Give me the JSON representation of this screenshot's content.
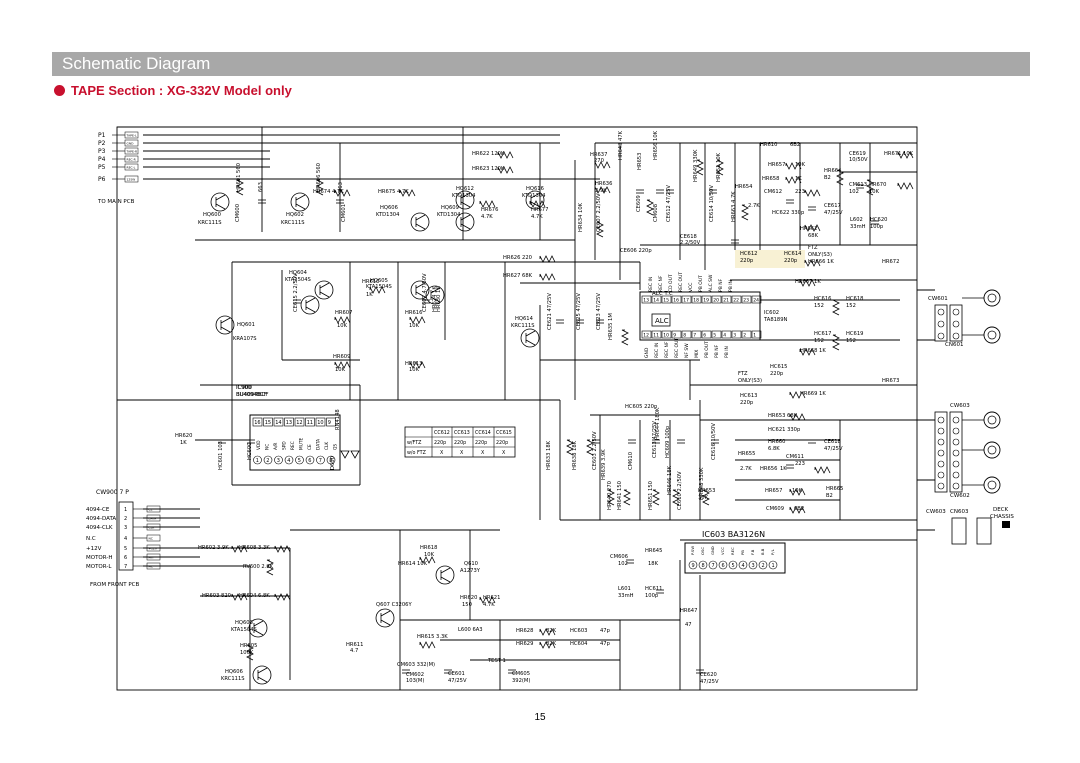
{
  "header": {
    "title": "Schematic Diagram",
    "subtitle": "TAPE Section : XG-332V Model only"
  },
  "page_number": "15",
  "colors": {
    "title_bar": "#a8a8a8",
    "accent": "#c8102e",
    "highlight": "#f3e6b0"
  },
  "pins": [
    "P1",
    "P2",
    "P3",
    "P4",
    "P5",
    "P6"
  ],
  "to_main_pcb": "TO MAIN PCB",
  "from_front_pcb": "FROM FRONT PCB",
  "cw900": {
    "title": "CW900  7 P",
    "rows": [
      {
        "label": "4094-CE",
        "num": "1"
      },
      {
        "label": "4094-DATA",
        "num": "2"
      },
      {
        "label": "4094-CLK",
        "num": "3"
      },
      {
        "label": "N.C",
        "num": "4"
      },
      {
        "label": "+12V",
        "num": "5"
      },
      {
        "label": "MOTOR-H",
        "num": "6"
      },
      {
        "label": "MOTOR-L",
        "num": "7"
      }
    ]
  },
  "right_connectors": {
    "cw601": "CW601",
    "cn601": "CN601",
    "cw603": "CW603",
    "cw602": "CW602",
    "cw603b": "CW603",
    "cn603": "CN603",
    "deck": "DECK",
    "chassis": "CHASSIS"
  },
  "ic": {
    "ic900": "IC900",
    "ic900_part": "BU4094BCF",
    "ic602": "IC602",
    "ic602_part": "TA8189N",
    "ic603": "IC603  BA3126N",
    "alc": "ALC",
    "alctc": "ALC T.C"
  },
  "table": {
    "head": [
      "",
      "CC612",
      "CC613",
      "CC614",
      "CC615"
    ],
    "rows": [
      [
        "w/FTZ",
        "220p",
        "220p",
        "220p",
        "220p"
      ],
      [
        "w/o FTZ",
        "X",
        "X",
        "X",
        "X"
      ]
    ]
  },
  "labels": [
    [
      "HR622  120K",
      472,
      155
    ],
    [
      "HR623  120K",
      472,
      170
    ],
    [
      "HR637",
      590,
      156
    ],
    [
      "270",
      594,
      162
    ],
    [
      "HR674  4.7K",
      313,
      193
    ],
    [
      "HR675  4.7K",
      378,
      193
    ],
    [
      "HQ612",
      456,
      190
    ],
    [
      "KTD1304",
      452,
      197
    ],
    [
      "HQ616",
      526,
      190
    ],
    [
      "KTD1304",
      522,
      197
    ],
    [
      "HQ606",
      380,
      209
    ],
    [
      "KTD1304",
      376,
      216
    ],
    [
      "HQ609",
      441,
      209
    ],
    [
      "KTD1304",
      437,
      216
    ],
    [
      "HR676",
      481,
      211
    ],
    [
      "4.7K",
      481,
      218
    ],
    [
      "HR677",
      531,
      211
    ],
    [
      "4.7K",
      531,
      218
    ],
    [
      "HQ600",
      203,
      216
    ],
    [
      "KRC111S",
      198,
      224
    ],
    [
      "HQ602",
      286,
      216
    ],
    [
      "KRC111S",
      281,
      224
    ],
    [
      "HR636",
      595,
      185
    ],
    [
      "3.9K",
      595,
      192
    ],
    [
      "HR626  220",
      503,
      259
    ],
    [
      "HR627  68K",
      503,
      277
    ],
    [
      "CE606  220p",
      620,
      252
    ],
    [
      "CE618",
      680,
      238
    ],
    [
      "2.2/50V",
      680,
      244
    ],
    [
      "HQ604",
      289,
      274
    ],
    [
      "KTA1504S",
      285,
      281
    ],
    [
      "HQ605",
      370,
      282
    ],
    [
      "KTA1504S",
      366,
      288
    ],
    [
      "HR610",
      362,
      283
    ],
    [
      "1K",
      366,
      296
    ],
    [
      "HR607",
      335,
      314
    ],
    [
      "10K",
      337,
      327
    ],
    [
      "HR616",
      405,
      314
    ],
    [
      "10K",
      409,
      327
    ],
    [
      "HQ614",
      515,
      320
    ],
    [
      "KRC111S",
      511,
      327
    ],
    [
      "HQ601",
      237,
      326
    ],
    [
      "KRA107S",
      233,
      340
    ],
    [
      "HR609",
      333,
      358
    ],
    [
      "10K",
      335,
      371
    ],
    [
      "HR613",
      405,
      365
    ],
    [
      "10K",
      409,
      371
    ],
    [
      "IC900",
      236,
      389
    ],
    [
      "BU4094BCF",
      236,
      396
    ],
    [
      "HR620",
      175,
      437
    ],
    [
      "1K",
      180,
      444
    ],
    [
      "HR610",
      760,
      146
    ],
    [
      "6B2",
      790,
      146
    ],
    [
      "HR657",
      768,
      166
    ],
    [
      "10K",
      795,
      166
    ],
    [
      "HR658",
      762,
      180
    ],
    [
      "1K",
      795,
      180
    ],
    [
      "HR664",
      824,
      172
    ],
    [
      "B2",
      824,
      179
    ],
    [
      "HR654",
      735,
      188
    ],
    [
      "CM612",
      764,
      193
    ],
    [
      "223",
      795,
      193
    ],
    [
      "HR671  10K",
      884,
      155
    ],
    [
      "CE619",
      849,
      155
    ],
    [
      "10/50V",
      849,
      161
    ],
    [
      "CM613",
      849,
      186
    ],
    [
      "102",
      849,
      193
    ],
    [
      "HR670",
      869,
      186
    ],
    [
      "10K",
      869,
      193
    ],
    [
      "CE617",
      824,
      207
    ],
    [
      "47/25V",
      824,
      214
    ],
    [
      "HC622  330p",
      772,
      214
    ],
    [
      "2.7K",
      748,
      207
    ],
    [
      "HR662",
      800,
      230
    ],
    [
      "68K",
      808,
      237
    ],
    [
      "L602",
      850,
      221
    ],
    [
      "33mH",
      850,
      228
    ],
    [
      "HC620",
      870,
      221
    ],
    [
      "100p",
      870,
      228
    ],
    [
      "HC612",
      740,
      255
    ],
    [
      "HC614",
      784,
      255
    ],
    [
      "220p",
      740,
      262
    ],
    [
      "220p",
      784,
      262
    ],
    [
      "FTZ",
      808,
      249
    ],
    [
      "ONLY(S3)",
      808,
      256
    ],
    [
      "HR666  1K",
      808,
      263
    ],
    [
      "HR672",
      882,
      263
    ],
    [
      "HR667  1K",
      795,
      283
    ],
    [
      "HC616",
      814,
      300
    ],
    [
      "152",
      814,
      307
    ],
    [
      "HC618",
      846,
      300
    ],
    [
      "152",
      846,
      307
    ],
    [
      "IC602",
      764,
      314
    ],
    [
      "TA8189N",
      764,
      321
    ],
    [
      "HC617",
      814,
      335
    ],
    [
      "152",
      814,
      342
    ],
    [
      "HR668  1K",
      800,
      352
    ],
    [
      "HC619",
      846,
      335
    ],
    [
      "152",
      846,
      342
    ],
    [
      "HC615",
      770,
      368
    ],
    [
      "FTZ",
      738,
      375
    ],
    [
      "220p",
      770,
      375
    ],
    [
      "ONLY(S3)",
      738,
      382
    ],
    [
      "HR673",
      882,
      382
    ],
    [
      "HR669  1K",
      800,
      395
    ],
    [
      "HC613",
      740,
      397
    ],
    [
      "220p",
      740,
      404
    ],
    [
      "HR653  68K",
      768,
      417
    ],
    [
      "HC621  330p",
      768,
      431
    ],
    [
      "CE618",
      824,
      443
    ],
    [
      "47/25V",
      824,
      450
    ],
    [
      "HR660",
      768,
      443
    ],
    [
      "6.8K",
      768,
      450
    ],
    [
      "HR655",
      738,
      455
    ],
    [
      "CM611",
      786,
      458
    ],
    [
      "223",
      795,
      465
    ],
    [
      "2.7K",
      740,
      470
    ],
    [
      "HR656",
      760,
      470
    ],
    [
      "1K",
      780,
      470
    ],
    [
      "HR657",
      765,
      492
    ],
    [
      "10K",
      792,
      492
    ],
    [
      "HR665",
      826,
      490
    ],
    [
      "B2",
      826,
      497
    ],
    [
      "CM609",
      766,
      510
    ],
    [
      "6B2",
      794,
      510
    ],
    [
      "HR653",
      698,
      492
    ],
    [
      "10K",
      698,
      499
    ],
    [
      "HC605  220p",
      625,
      408
    ],
    [
      "CM606",
      610,
      558
    ],
    [
      "102",
      618,
      565
    ],
    [
      "HR645",
      645,
      552
    ],
    [
      "18K",
      648,
      565
    ],
    [
      "L601",
      618,
      590
    ],
    [
      "33mH",
      618,
      597
    ],
    [
      "HC611",
      645,
      590
    ],
    [
      "100p",
      645,
      597
    ],
    [
      "HR647",
      680,
      612
    ],
    [
      "47",
      685,
      626
    ],
    [
      "CE620",
      700,
      676
    ],
    [
      "47/25V",
      700,
      683
    ],
    [
      "HR618",
      420,
      549
    ],
    [
      "10K",
      424,
      556
    ],
    [
      "HR614  10K",
      398,
      565
    ],
    [
      "Q610",
      464,
      565
    ],
    [
      "A1273Y",
      460,
      572
    ],
    [
      "HR620",
      460,
      599
    ],
    [
      "150",
      462,
      606
    ],
    [
      "HR621",
      483,
      599
    ],
    [
      "4.7K",
      483,
      606
    ],
    [
      "Q607  C3206Y",
      376,
      606
    ],
    [
      "HR615  3.3K",
      417,
      638
    ],
    [
      "L600  6A3",
      458,
      631
    ],
    [
      "HR628",
      516,
      632
    ],
    [
      "82K",
      546,
      632
    ],
    [
      "HC603",
      570,
      632
    ],
    [
      "47p",
      600,
      632
    ],
    [
      "HR629",
      516,
      645
    ],
    [
      "82K",
      546,
      645
    ],
    [
      "HC604",
      570,
      645
    ],
    [
      "47p",
      600,
      645
    ],
    [
      "TEST 1",
      488,
      662
    ],
    [
      "CM603  332(M)",
      397,
      666
    ],
    [
      "CM602",
      406,
      676
    ],
    [
      "103(M)",
      406,
      682
    ],
    [
      "CE601",
      448,
      675
    ],
    [
      "47/25V",
      448,
      682
    ],
    [
      "CM605",
      512,
      675
    ],
    [
      "392(M)",
      512,
      682
    ],
    [
      "HR611",
      346,
      646
    ],
    [
      "4.7",
      350,
      652
    ],
    [
      "HR602  3.9K",
      198,
      549
    ],
    [
      "HR608  3.3K",
      239,
      549
    ],
    [
      "RV600  2.2K",
      243,
      568
    ],
    [
      "HR603  820",
      202,
      597
    ],
    [
      "HR604  6.8K",
      239,
      597
    ],
    [
      "HQ603",
      235,
      624
    ],
    [
      "KTA1504S",
      231,
      631
    ],
    [
      "HR605",
      240,
      647
    ],
    [
      "100K",
      240,
      654
    ],
    [
      "HQ606",
      225,
      673
    ],
    [
      "KRC111S",
      221,
      680
    ]
  ],
  "vlabels": [
    [
      "HR601  560",
      240,
      192
    ],
    [
      "663",
      262,
      192
    ],
    [
      "HR606  560",
      320,
      192
    ],
    [
      "663",
      342,
      192
    ],
    [
      "CM600",
      239,
      222
    ],
    [
      "CM601",
      345,
      222
    ],
    [
      "HR634  10K",
      582,
      232
    ],
    [
      "CE607  2.2/50V",
      600,
      232
    ],
    [
      "HR643  47K",
      622,
      160
    ],
    [
      "HR653",
      641,
      170
    ],
    [
      "HR656  10K",
      657,
      160
    ],
    [
      "CE609",
      640,
      212
    ],
    [
      "CM608",
      657,
      222
    ],
    [
      "CE612  47/25V",
      670,
      222
    ],
    [
      "HR649  330K",
      697,
      182
    ],
    [
      "HR651  10K",
      720,
      182
    ],
    [
      "CE614  10/50V",
      713,
      222
    ],
    [
      "HR663  4.7K",
      735,
      222
    ],
    [
      "CE615  2.2/50V",
      297,
      312
    ],
    [
      "CE602  4.7/50V",
      426,
      312
    ],
    [
      "HR624  1K",
      436,
      312
    ],
    [
      "CE621  47/25V",
      551,
      330
    ],
    [
      "CE625  47/25V",
      580,
      330
    ],
    [
      "CE623  47/25V",
      600,
      330
    ],
    [
      "HR635  1M",
      612,
      340
    ],
    [
      "HR630  1K",
      440,
      312
    ],
    [
      "HC601  103",
      222,
      470
    ],
    [
      "HC600",
      251,
      460
    ],
    [
      "D600",
      334,
      470
    ],
    [
      "RN4148",
      339,
      430
    ],
    [
      "CE603  2.2/50V",
      596,
      470
    ],
    [
      "HR633  18K",
      550,
      470
    ],
    [
      "HR638  18K",
      576,
      470
    ],
    [
      "HR639  3.9K",
      605,
      480
    ],
    [
      "CM610",
      632,
      470
    ],
    [
      "HR640  270",
      611,
      510
    ],
    [
      "HR641  150",
      621,
      510
    ],
    [
      "HR651  150",
      652,
      510
    ],
    [
      "HR646  18K",
      671,
      495
    ],
    [
      "HR648  330K",
      703,
      500
    ],
    [
      "CE613  47/25V",
      656,
      458
    ],
    [
      "HC609  100p",
      669,
      458
    ],
    [
      "CE610  2.2/50V",
      681,
      510
    ],
    [
      "HR644  180K",
      659,
      440
    ],
    [
      "CE616  10/50V",
      715,
      460
    ]
  ],
  "ic602_pins_top": [
    "REC IN",
    "REC NF",
    "CD OUT",
    "REC OUT",
    "VCC",
    "PB OUT",
    "ALC SW",
    "PB NF",
    "PB IN"
  ],
  "ic602_pins_bottom": [
    "GND",
    "REC IN",
    "REC NF",
    "REC OUT",
    "NF SW",
    "MIX",
    "PB OUT",
    "PB NF",
    "PB IN"
  ],
  "ic602_pin_top_nums": [
    "13",
    "14",
    "15",
    "16",
    "17",
    "18",
    "19",
    "20",
    "21",
    "22",
    "23",
    "24"
  ],
  "ic602_pin_bot_nums": [
    "12",
    "11",
    "10",
    "9",
    "8",
    "7",
    "6",
    "5",
    "4",
    "3",
    "2",
    "1"
  ],
  "ic900_pin_top": [
    "16",
    "15",
    "14",
    "13",
    "12",
    "11",
    "10",
    "9"
  ],
  "ic900_pin_bot": [
    "1",
    "2",
    "3",
    "4",
    "5",
    "6",
    "7",
    "8"
  ],
  "ic900_pin_labels": [
    "VDD",
    "NC",
    "A/R",
    "SPD",
    "REC",
    "MUTE",
    "CE",
    "DATA",
    "CLK",
    "QS"
  ],
  "ic603_pins": [
    "9",
    "8",
    "7",
    "6",
    "5",
    "4",
    "3",
    "2",
    "1"
  ],
  "ic603_labels": [
    "P.SW",
    "OSC",
    "GND",
    "VCC",
    "REC",
    "PB",
    "F.B",
    "B.B",
    "P/L"
  ],
  "pin_tags": [
    "TAPE-L",
    "GND",
    "TAPE-R",
    "REC-R",
    "REC-L",
    "12SW"
  ],
  "cw900_tags": [
    "CE",
    "DATA",
    "CLK",
    "NC",
    "+12V",
    "MH",
    "ML"
  ]
}
